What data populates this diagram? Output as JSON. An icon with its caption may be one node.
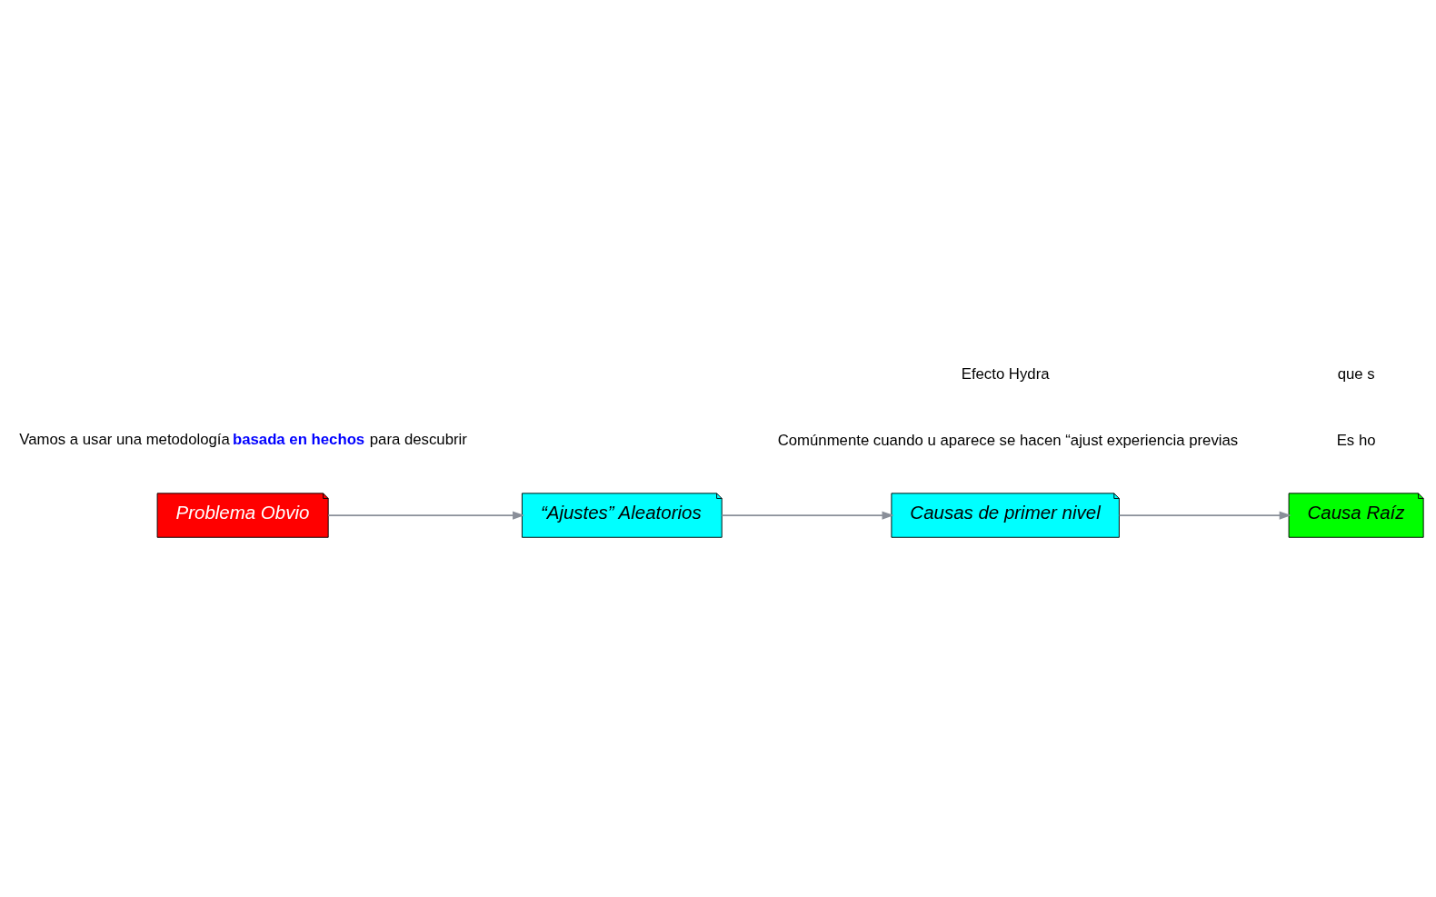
{
  "diagram": {
    "nodes": [
      {
        "text": [
          "Problema Obvio"
        ]
      },
      {
        "text": [
          "“Ajustes” Aleatorios"
        ]
      },
      {
        "text": [
          "Causas de primer nivel"
        ]
      },
      {
        "text": [
          "Causa Raíz"
        ]
      }
    ],
    "edges": [
      {
        "from": 0,
        "to": 1,
        "arrow": "to"
      },
      {
        "from": 1,
        "to": 2,
        "arrow": "to"
      },
      {
        "from": 2,
        "to": 3,
        "arrow": "to"
      }
    ],
    "labels": [
      "Comúnmente cuando u aparece se hacen “ajust experiencia previas",
      "Efecto Hydra",
      "Es ho",
      "que s",
      "Vamos a usar una metodología **basada en hechos** para descubrir"
    ]
  }
}
